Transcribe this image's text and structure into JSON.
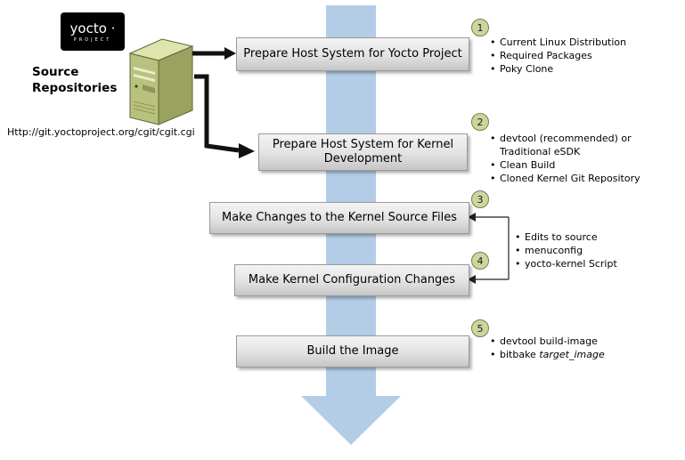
{
  "logo": {
    "brand": "yocto ·",
    "subtitle": "PROJECT"
  },
  "source": {
    "label": "Source Repositories",
    "url": "Http://git.yoctoproject.org/cgit/cgit.cgi"
  },
  "steps": [
    {
      "num": "1",
      "label": "Prepare Host System for Yocto Project"
    },
    {
      "num": "2",
      "label": "Prepare Host System for Kernel Development"
    },
    {
      "num": "3",
      "label": "Make Changes to the Kernel Source Files"
    },
    {
      "num": "4",
      "label": "Make Kernel Configuration Changes"
    },
    {
      "num": "5",
      "label": "Build the Image"
    }
  ],
  "annotations": {
    "group1": {
      "items": [
        "Current Linux Distribution",
        "Required Packages",
        "Poky Clone"
      ]
    },
    "group2": {
      "items": [
        "devtool (recommended) or Traditional eSDK",
        "Clean Build",
        "Cloned Kernel Git Repository"
      ]
    },
    "group34": {
      "items": [
        "Edits to source",
        "menuconfig",
        "yocto-kernel Script"
      ]
    },
    "group5": {
      "items": [
        "devtool build-image"
      ],
      "line2_prefix": "bitbake ",
      "line2_italic": "target_image"
    }
  },
  "colors": {
    "flow_arrow": "#b3cde6",
    "circle_fill": "#ccd69c",
    "circle_border": "#75814b",
    "box_top": "#f4f4f4",
    "box_bottom": "#c6c6c6",
    "server_front": "#b9c17e",
    "server_side": "#9aa25f",
    "server_top": "#dde4ad",
    "logo_bg": "#000000",
    "connector_black": "#111111"
  }
}
